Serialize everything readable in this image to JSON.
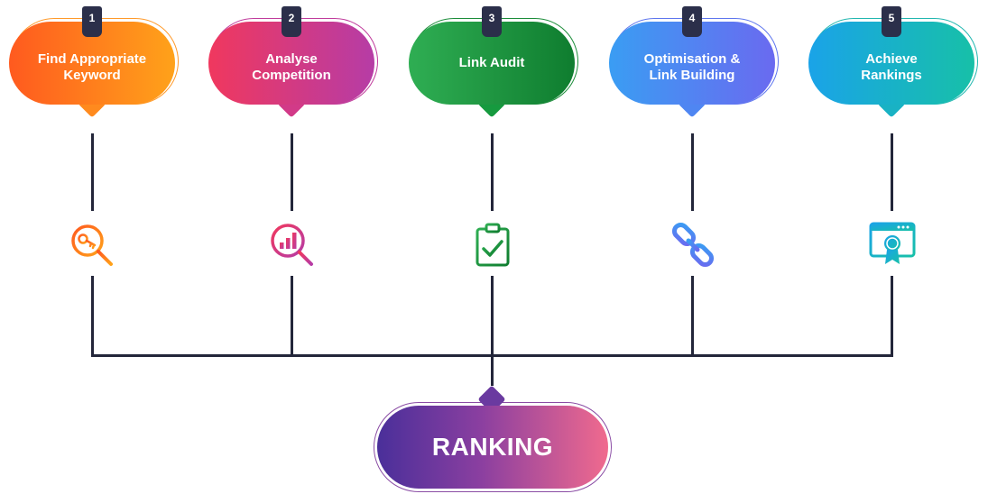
{
  "steps": [
    {
      "number": "1",
      "label_line1": "Find Appropriate",
      "label_line2": "Keyword",
      "icon": "key-search-icon",
      "gradient": [
        "#ff5a1f",
        "#ffa21a"
      ],
      "ring": "#ff9a2a"
    },
    {
      "number": "2",
      "label_line1": "Analyse",
      "label_line2": "Competition",
      "icon": "chart-search-icon",
      "gradient": [
        "#f0385e",
        "#b63ca6"
      ],
      "ring": "#c03c9c"
    },
    {
      "number": "3",
      "label_line1": "Link Audit",
      "label_line2": "",
      "icon": "clipboard-check-icon",
      "gradient": [
        "#2fae53",
        "#0f7d2f"
      ],
      "ring": "#1c8d3a"
    },
    {
      "number": "4",
      "label_line1": "Optimisation &",
      "label_line2": "Link Building",
      "icon": "chain-link-icon",
      "gradient": [
        "#3a9df3",
        "#6a6af0"
      ],
      "ring": "#5e76ee"
    },
    {
      "number": "5",
      "label_line1": "Achieve",
      "label_line2": "Rankings",
      "icon": "certificate-icon",
      "gradient": [
        "#1aa3e8",
        "#17c0a8"
      ],
      "ring": "#22b7b0"
    }
  ],
  "result": {
    "label": "RANKING"
  },
  "colors": {
    "connector": "#23263a",
    "badge": "#2b2f4a"
  }
}
